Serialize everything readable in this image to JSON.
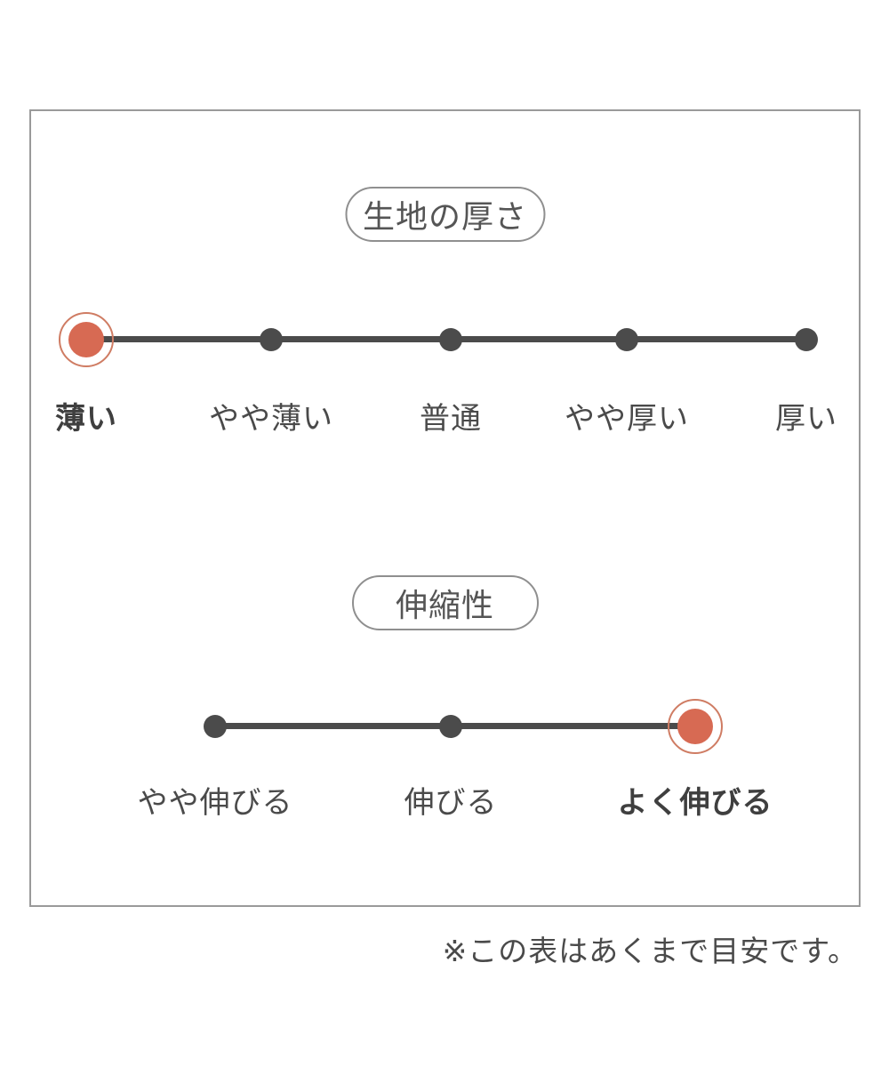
{
  "panel": {
    "note": "※この表はあくまで目安です。"
  },
  "sections": [
    {
      "id": "fabric-thickness",
      "title": "生地の厚さ",
      "selected": "薄い",
      "points": [
        {
          "label": "薄い",
          "active": true
        },
        {
          "label": "やや薄い",
          "active": false
        },
        {
          "label": "普通",
          "active": false
        },
        {
          "label": "やや厚い",
          "active": false
        },
        {
          "label": "厚い",
          "active": false
        }
      ]
    },
    {
      "id": "stretchiness",
      "title": "伸縮性",
      "selected": "よく伸びる",
      "points": [
        {
          "label": "やや伸びる",
          "active": false
        },
        {
          "label": "伸びる",
          "active": false
        },
        {
          "label": "よく伸びる",
          "active": true
        }
      ]
    }
  ],
  "colors": {
    "accent_dot": "#d76a53",
    "accent_ring": "#cf7c63",
    "line_and_dots": "#4b4b4b",
    "label_text": "#4a4a4a",
    "box_border": "#9a9a9a",
    "pill_border": "#8f8f8f",
    "background": "#ffffff"
  }
}
